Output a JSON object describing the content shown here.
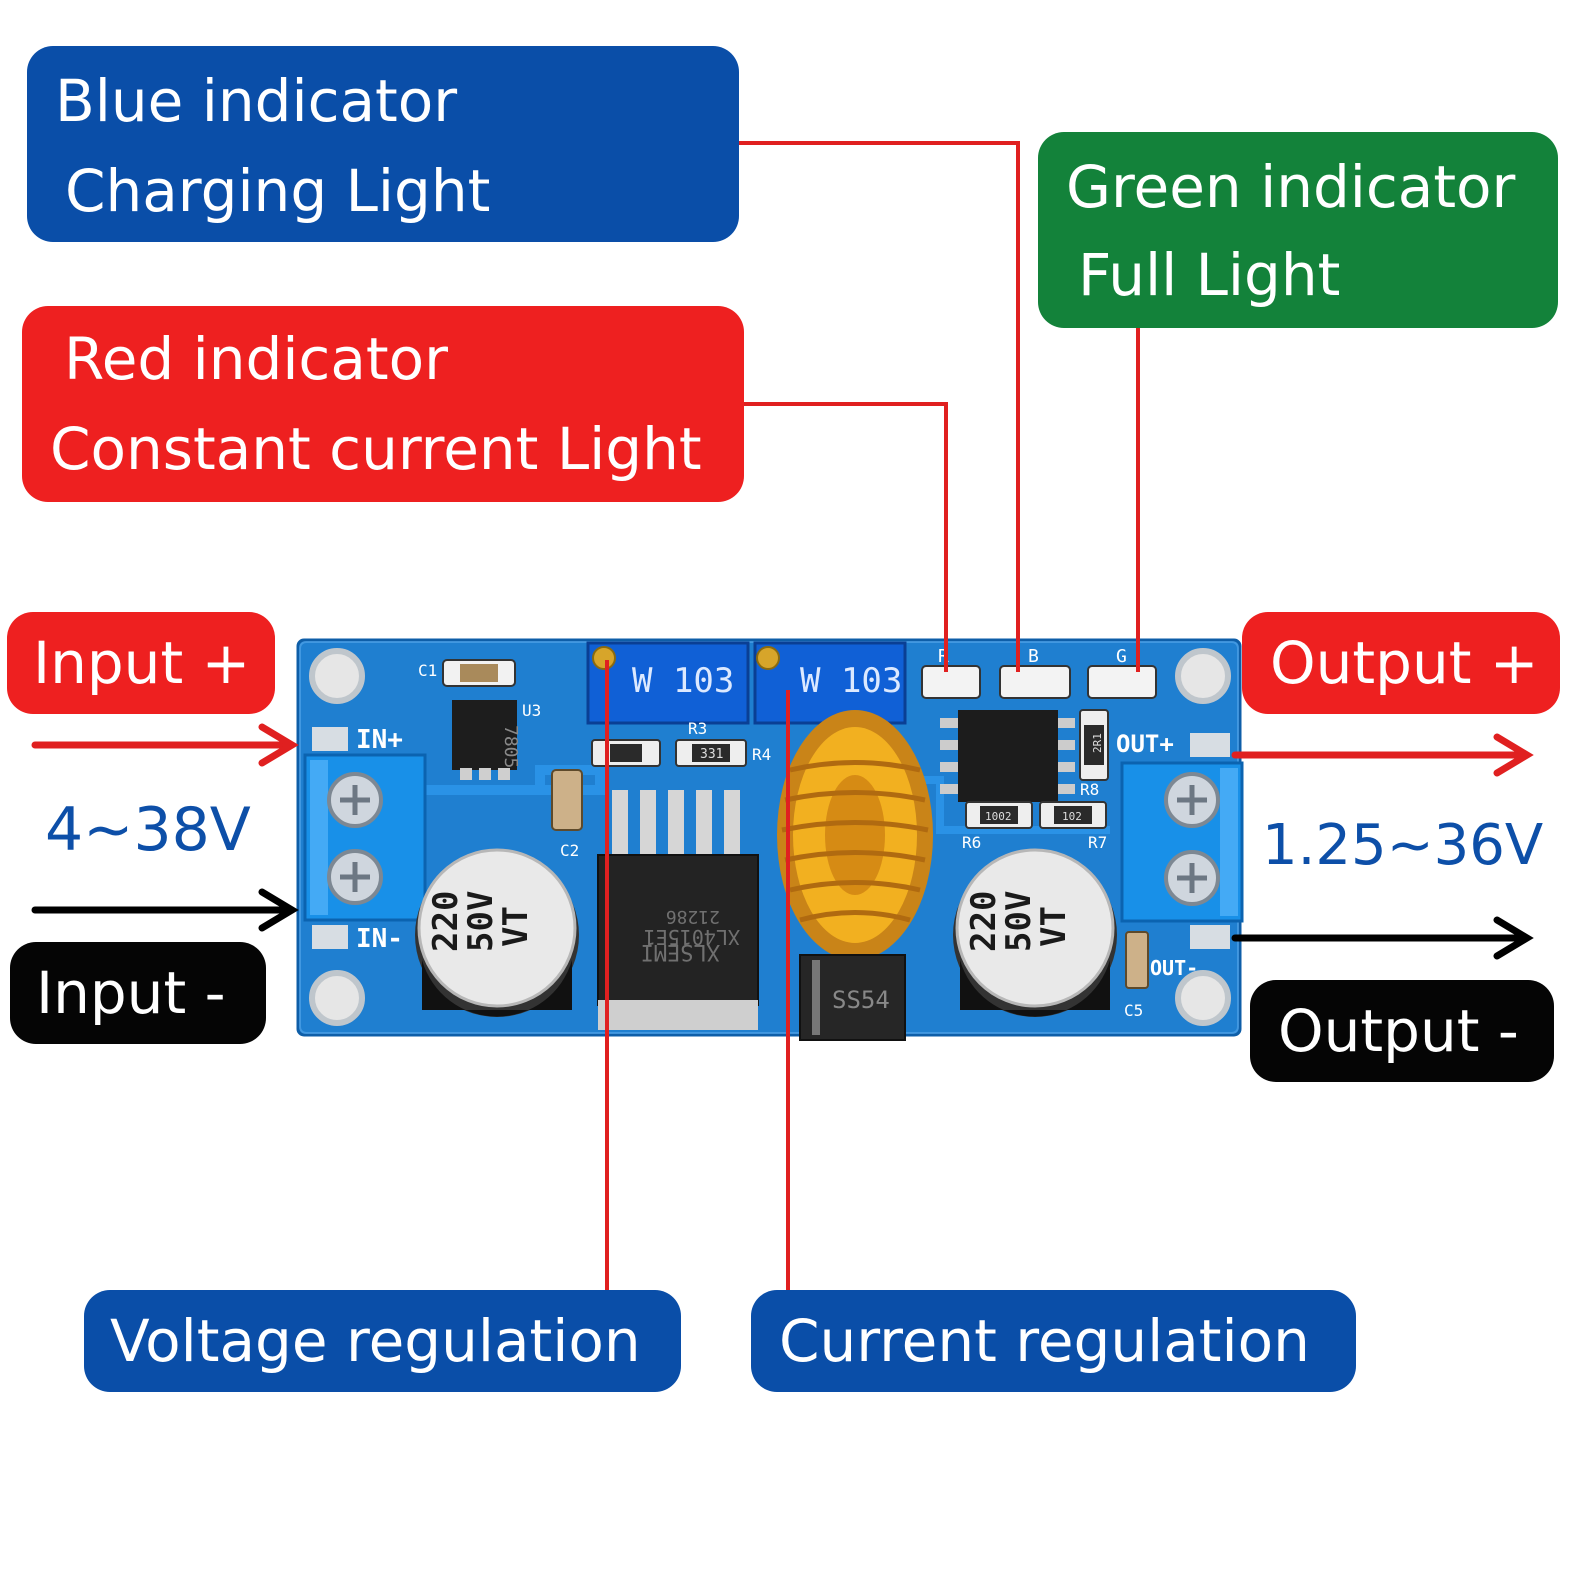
{
  "callouts": {
    "blue_indicator": {
      "line1": "Blue indicator",
      "line2": "Charging Light"
    },
    "red_indicator": {
      "line1": "Red indicator",
      "line2": "Constant current Light"
    },
    "green_indicator": {
      "line1": "Green indicator",
      "line2": "Full Light"
    },
    "input_plus": "Input +",
    "input_minus": "Input -",
    "output_plus": "Output +",
    "output_minus": "Output -",
    "voltage_regulation": "Voltage regulation",
    "current_regulation": "Current regulation"
  },
  "ranges": {
    "input": "4~38V",
    "output": "1.25~36V"
  },
  "board": {
    "pot1": "W 103",
    "pot2": "W 103",
    "in_plus": "IN+",
    "in_minus": "IN-",
    "out_plus": "OUT+",
    "out_minus": "OUT-",
    "cap_left": [
      "220",
      "50V",
      "VT"
    ],
    "cap_right": [
      "220",
      "50V",
      "VT"
    ],
    "chip": [
      "XLSEMI",
      "XL4015E1",
      "21286"
    ],
    "diode": "SS54",
    "reg": "7805",
    "res331": "331",
    "res1002": "1002",
    "res102": "102",
    "res2r1": "2R1",
    "labels": {
      "c1": "C1",
      "u3": "U3",
      "r3": "R3",
      "r4": "R4",
      "c2": "C2",
      "r6": "R6",
      "r7": "R7",
      "r8": "R8",
      "c5": "C5",
      "led_r": "R",
      "led_b": "B",
      "led_g": "G"
    }
  },
  "colors": {
    "blue_box": "#0a4ea8",
    "red_box": "#ee2020",
    "green_box": "#13823a",
    "black_box": "#050505",
    "leader_line": "#e02020",
    "pcb": "#1f7fd0"
  }
}
